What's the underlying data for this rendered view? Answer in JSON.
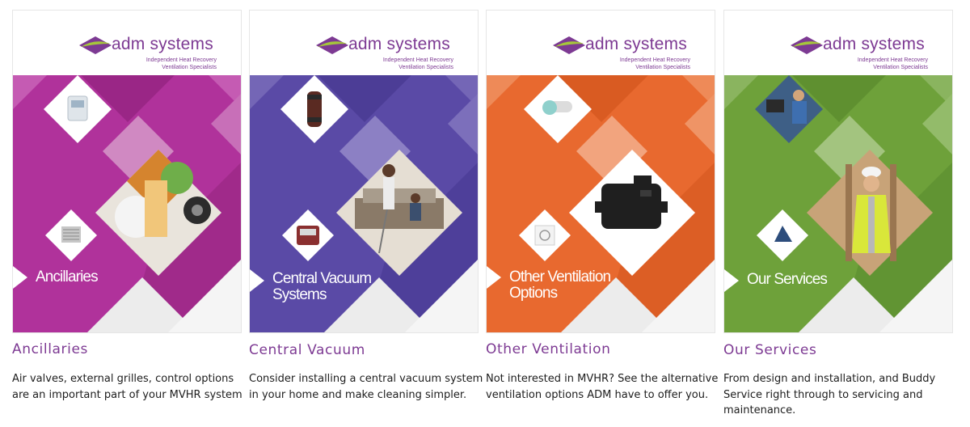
{
  "logo": {
    "wordmark": "adm systems",
    "tagline_line1": "Independent Heat Recovery",
    "tagline_line2": "Ventilation Specialists"
  },
  "cards": [
    {
      "cover_title": "Ancillaries",
      "title": "Ancillaries",
      "description": "Air valves, external grilles, control options are an important part of your MVHR system",
      "color": "#b0329b"
    },
    {
      "cover_title": "Central Vacuum\nSystems",
      "title": "Central Vacuum",
      "description": "Consider installing a central vacuum system in your home and make cleaning simpler.",
      "color": "#5a4aa6"
    },
    {
      "cover_title": "Other Ventilation\nOptions",
      "title": "Other Ventilation",
      "description": "Not interested in MVHR? See the alternative ventilation options ADM have to offer you.",
      "color": "#e8692f"
    },
    {
      "cover_title": "Our Services",
      "title": "Our Services",
      "description": "From design and installation, and Buddy Service right through to servicing and maintenance.",
      "color": "#6ea13a"
    }
  ]
}
